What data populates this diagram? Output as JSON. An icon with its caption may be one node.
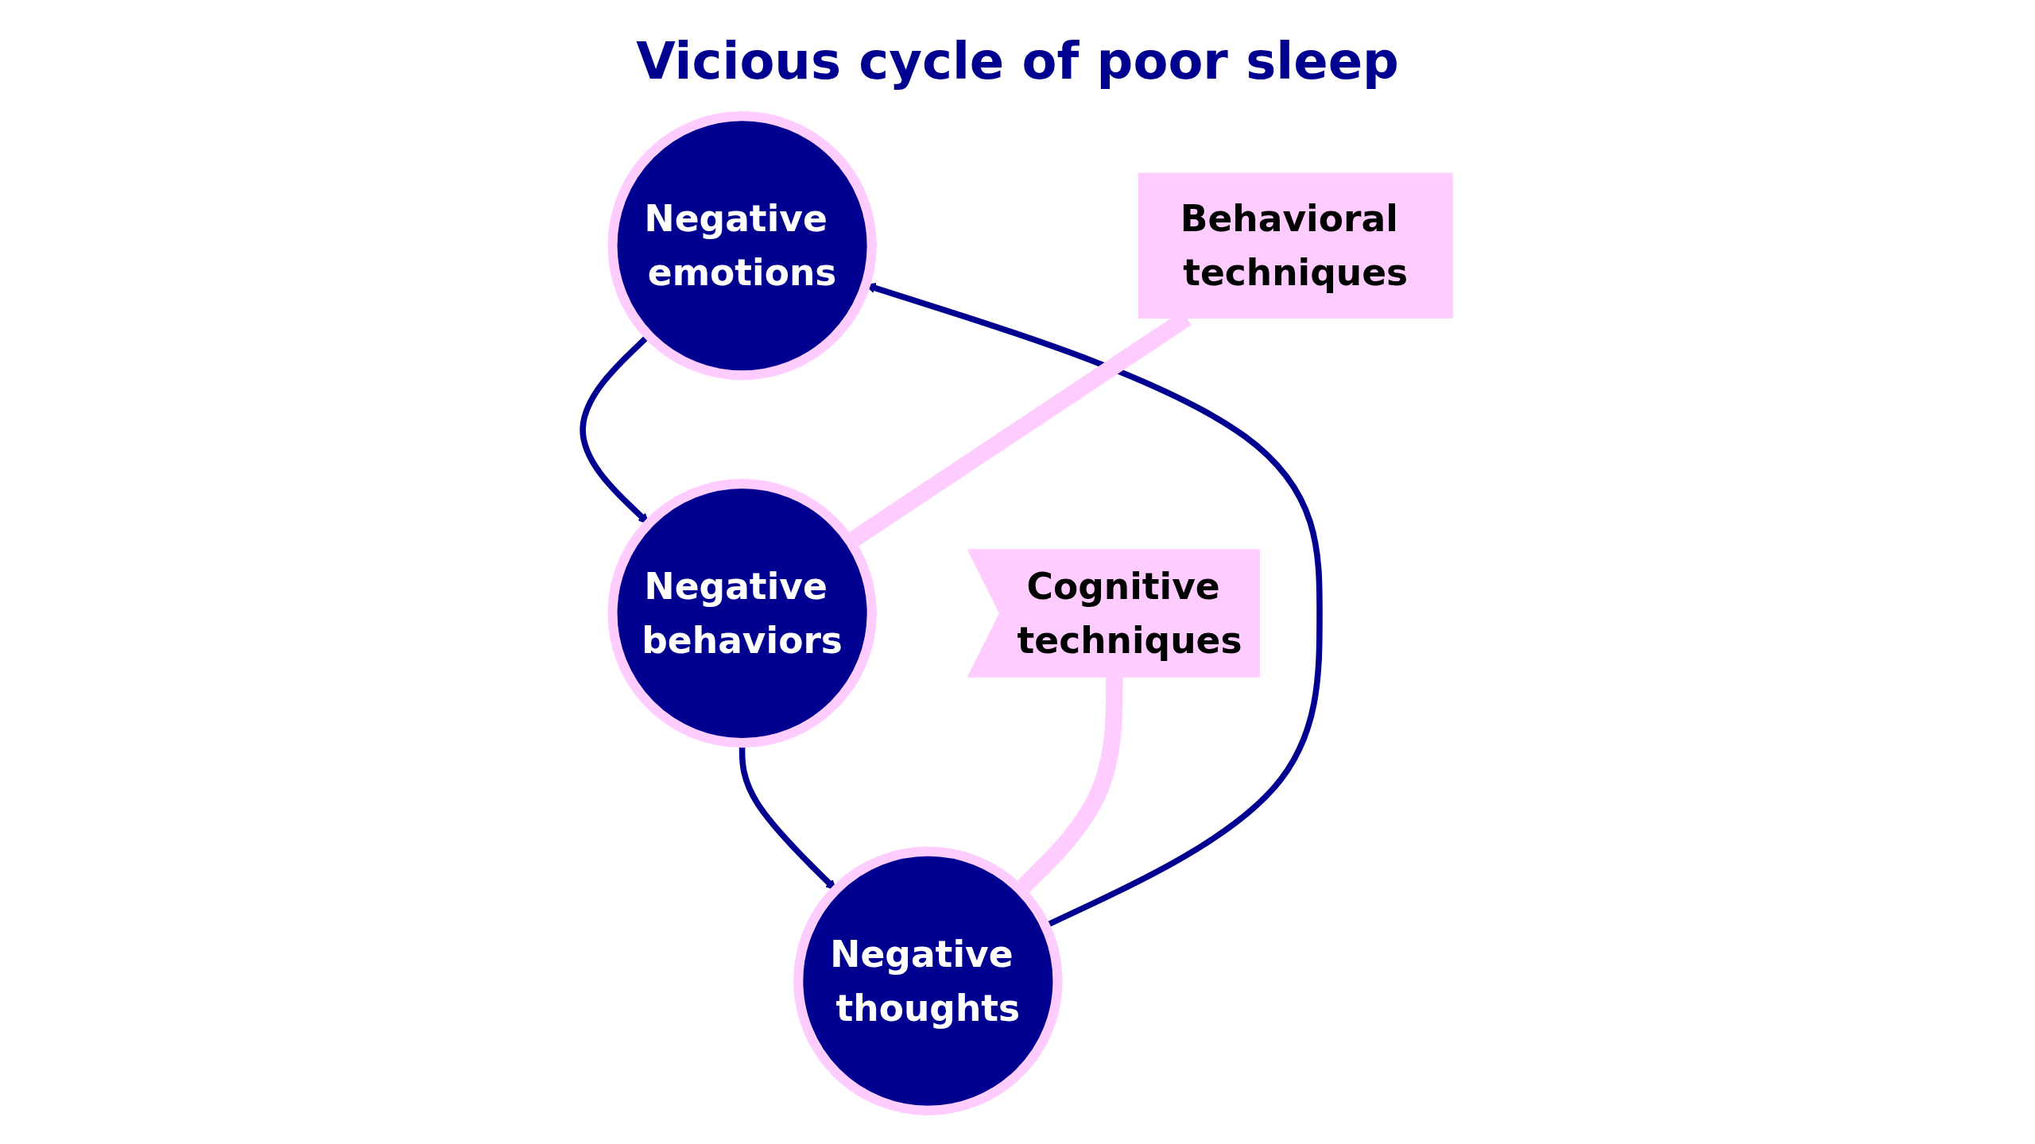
{
  "diagram": {
    "title": "Vicious cycle of poor sleep",
    "nodes": [
      {
        "text": [
          "Negative emotions"
        ]
      },
      {
        "text": [
          "Negative behaviors"
        ]
      },
      {
        "text": [
          "Negative thoughts"
        ]
      },
      {
        "text": [
          "Cognitive techniques"
        ]
      },
      {
        "text": [
          "Behavioral techniques"
        ]
      }
    ],
    "edges": [
      {
        "from": 0,
        "to": 1,
        "arrow": "to"
      },
      {
        "from": 1,
        "to": 2,
        "arrow": "to"
      },
      {
        "from": 2,
        "to": 0,
        "arrow": "to"
      },
      {
        "from": 3,
        "to": 2,
        "arrow": "to",
        "style": "thick",
        "color": "#ffccff"
      },
      {
        "from": 4,
        "to": 1,
        "arrow": "to",
        "style": "thick",
        "color": "#ffccff"
      }
    ]
  }
}
